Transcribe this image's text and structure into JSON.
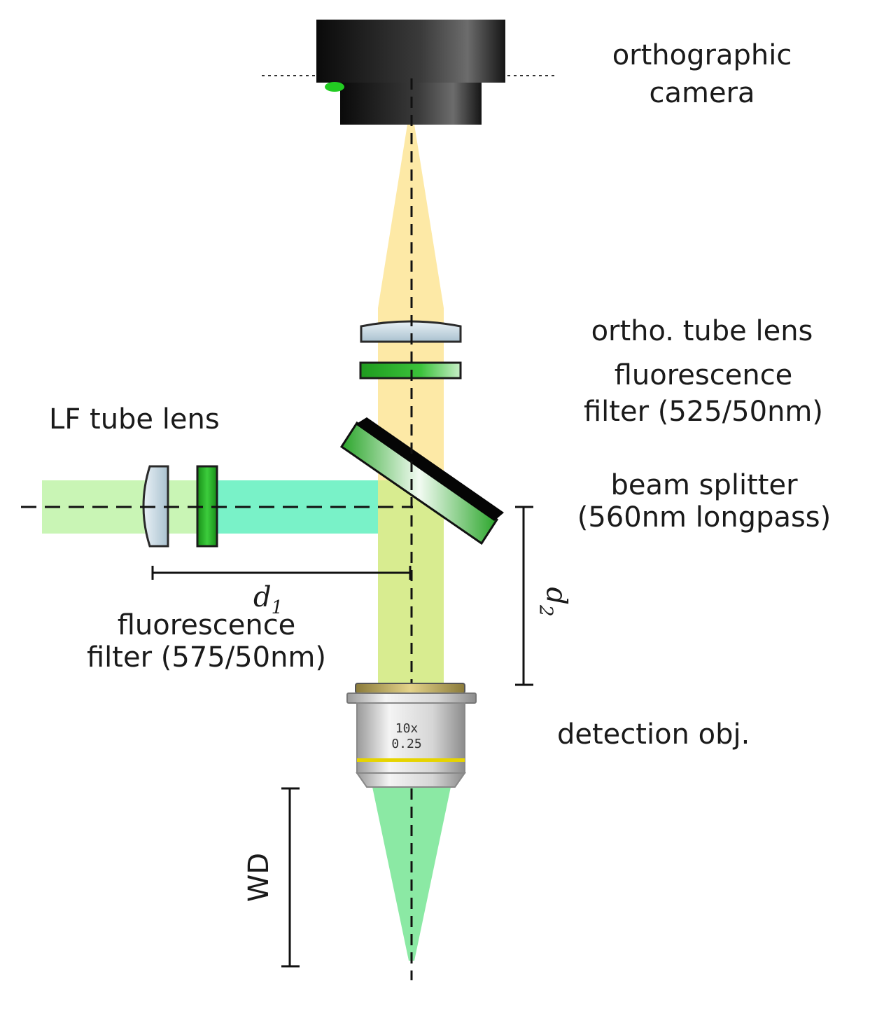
{
  "labels": {
    "camera_line1": "orthographic",
    "camera_line2": "camera",
    "ortho_tube_lens": "ortho. tube lens",
    "fluor_filter_525_line1": "fluorescence",
    "fluor_filter_525_line2": "filter (525/50nm)",
    "lf_tube_lens": "LF tube lens",
    "beam_splitter_line1": "beam splitter",
    "beam_splitter_line2": "(560nm longpass)",
    "d1_main": "d",
    "d1_sub": "1",
    "fluor_filter_575_line1": "fluorescence",
    "fluor_filter_575_line2": "filter (575/50nm)",
    "d2_main": "d",
    "d2_sub": "2",
    "objective_mag": "10x",
    "objective_na": "0.25",
    "detection_obj": "detection obj.",
    "working_distance": "WD"
  },
  "colors": {
    "orange_beam": "#fde9a6",
    "green_beam": "#8be9a4",
    "green_beam_left": "#c9f5b5",
    "cyan_beam": "#79f2c8",
    "overlap_beam": "#d8ec90",
    "filter_green": "#2fb52f",
    "lens_blue": "#c9d9e3",
    "camera_dark": "#111111",
    "objective_band": "#e6d400"
  }
}
